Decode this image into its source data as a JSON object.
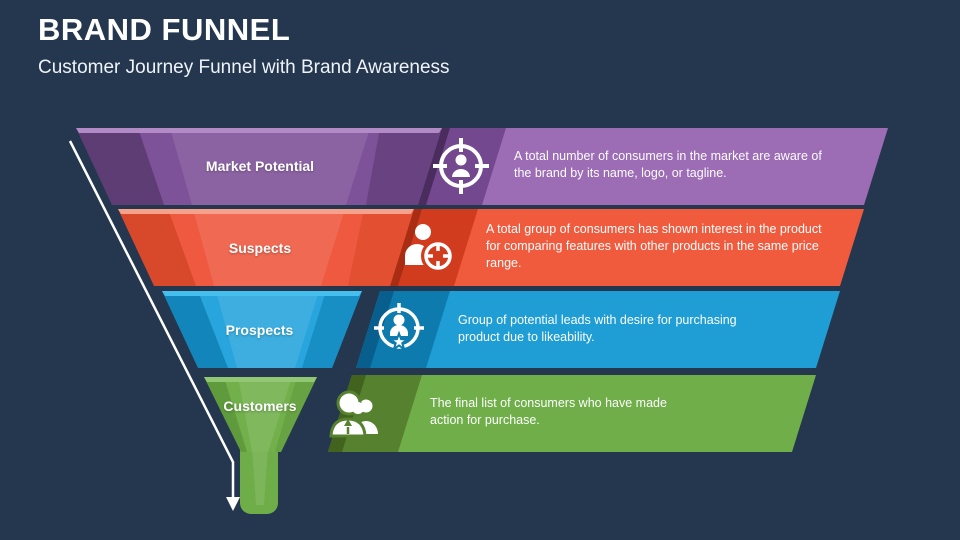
{
  "slide": {
    "title": "BRAND FUNNEL",
    "subtitle": "Customer Journey Funnel with Brand Awareness",
    "background_color": "#24374e",
    "arrow_color": "#ffffff"
  },
  "funnel": {
    "spout_color": "#6fad48",
    "stages": [
      {
        "label": "Market Potential",
        "description": "A total number of consumers in the market are aware of the brand by its name, logo, or tagline.",
        "icon": "target-audience-icon",
        "colors": {
          "bar": "#9c6cb4",
          "icon_bg": "#74488e",
          "fold": "#4a2d5e",
          "front": "#7e5298",
          "side": "#5e3d74",
          "side_right": "#694381",
          "highlight": "#b18ac6"
        }
      },
      {
        "label": "Suspects",
        "description": "A total group of consumers has shown interest in the product for comparing features with other products in the same price range.",
        "icon": "suspect-user-target-icon",
        "colors": {
          "bar": "#f05b3e",
          "icon_bg": "#d23c1e",
          "fold": "#a92d12",
          "front": "#ee5940",
          "side": "#d8482a",
          "side_right": "#e25031",
          "highlight": "#f6a18c"
        }
      },
      {
        "label": "Prospects",
        "description": "Group of potential leads with desire for purchasing product due to likeability.",
        "icon": "prospect-user-star-icon",
        "colors": {
          "bar": "#1f9dd5",
          "icon_bg": "#0d7bad",
          "fold": "#085f8d",
          "front": "#28a5dc",
          "side": "#1286ba",
          "side_right": "#188fc4",
          "highlight": "#45c0ee"
        }
      },
      {
        "label": "Customers",
        "description": "The final list of consumers who have made action for purchase.",
        "icon": "customer-businesswoman-icon",
        "colors": {
          "bar": "#70ae49",
          "icon_bg": "#56812f",
          "fold": "#41631d",
          "front": "#71b04b",
          "side": "#5f9a3c",
          "side_right": "#67a342",
          "highlight": "#92c873"
        }
      }
    ]
  }
}
